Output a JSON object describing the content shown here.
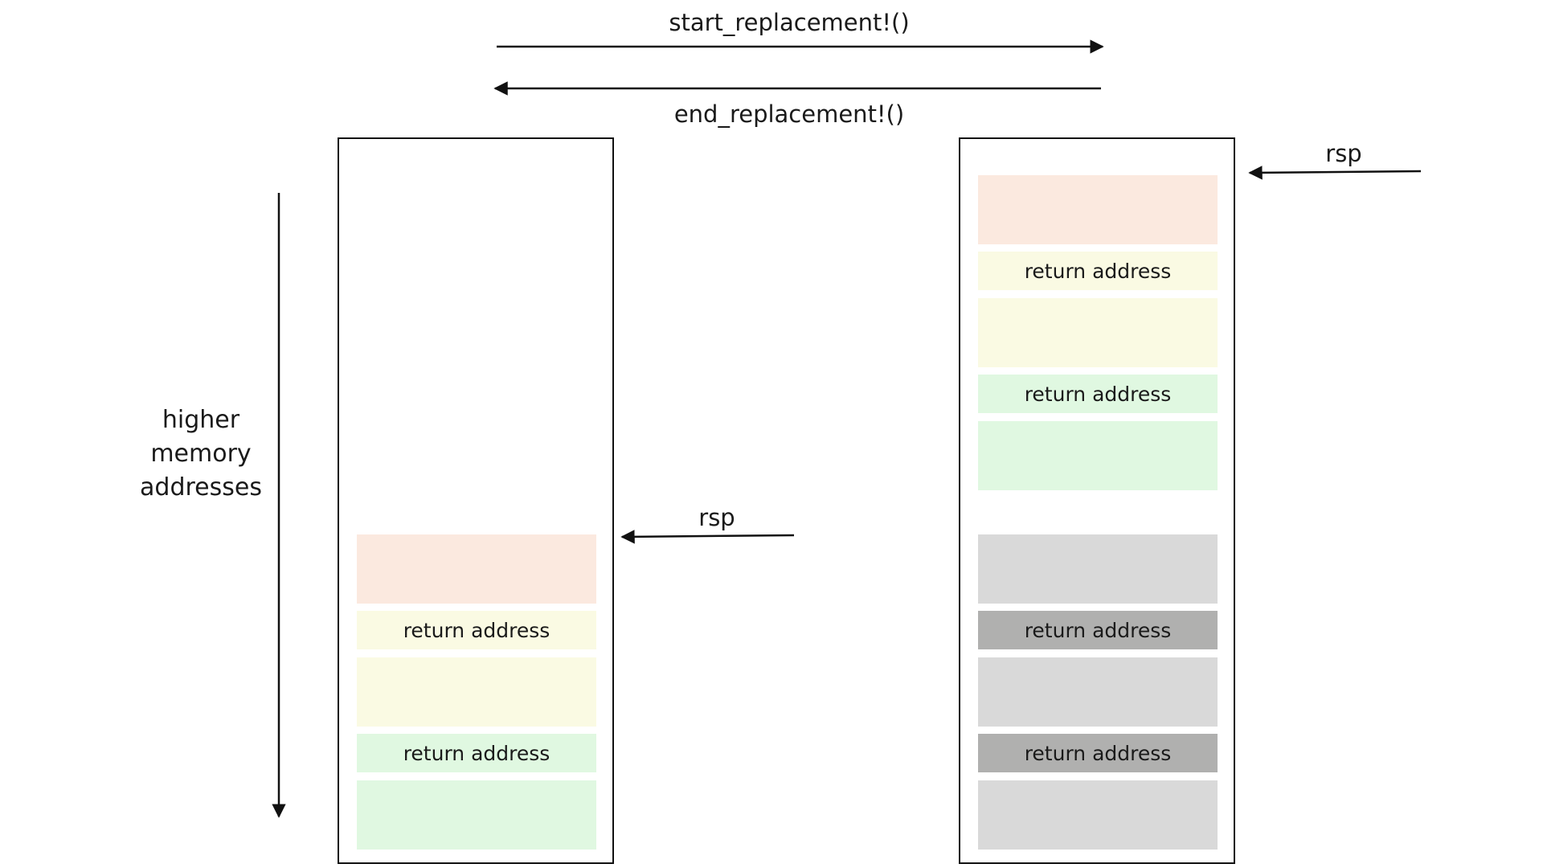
{
  "top_arrows": {
    "forward_label": "start_replacement!()",
    "backward_label": "end_replacement!()"
  },
  "axis_label": "higher memory addresses",
  "left_stack": {
    "pointer_label": "rsp",
    "frames": [
      {
        "kind": "frame",
        "color": "#fbe9df",
        "text": ""
      },
      {
        "kind": "return",
        "color": "#fafae3",
        "text": "return address"
      },
      {
        "kind": "frame",
        "color": "#fafae3",
        "text": ""
      },
      {
        "kind": "return",
        "color": "#e0f8e1",
        "text": "return address"
      },
      {
        "kind": "frame",
        "color": "#e0f8e1",
        "text": ""
      }
    ]
  },
  "right_stack": {
    "pointer_label": "rsp",
    "frames": [
      {
        "kind": "frame",
        "color": "#fbe9df",
        "text": ""
      },
      {
        "kind": "return",
        "color": "#fafae3",
        "text": "return address"
      },
      {
        "kind": "frame",
        "color": "#fafae3",
        "text": ""
      },
      {
        "kind": "return",
        "color": "#e0f8e1",
        "text": "return address"
      },
      {
        "kind": "frame",
        "color": "#e0f8e1",
        "text": ""
      },
      {
        "kind": "frame",
        "color": "#d9d9d9",
        "text": ""
      },
      {
        "kind": "return",
        "color": "#b0b0af",
        "text": "return address"
      },
      {
        "kind": "frame",
        "color": "#d9d9d9",
        "text": ""
      },
      {
        "kind": "return",
        "color": "#b0b0af",
        "text": "return address"
      },
      {
        "kind": "frame",
        "color": "#d9d9d9",
        "text": ""
      }
    ]
  }
}
